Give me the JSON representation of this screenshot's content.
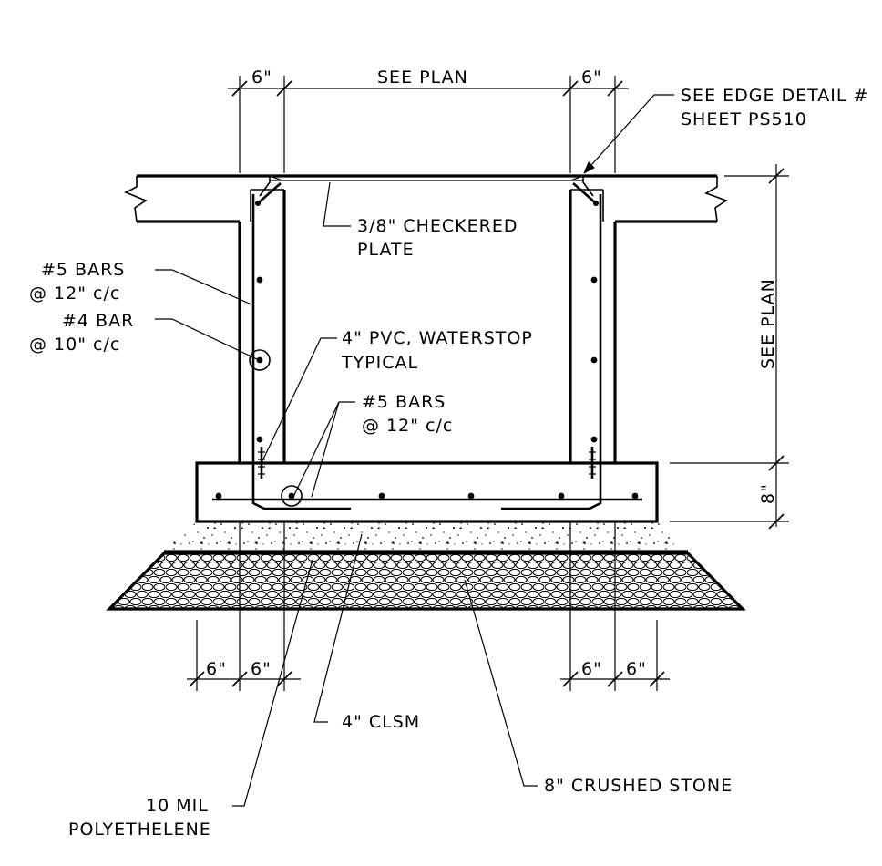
{
  "dimensions": {
    "top_left": "6\"",
    "top_center": "SEE PLAN",
    "top_right": "6\"",
    "right_vertical": "SEE PLAN",
    "right_slab": "8\"",
    "bottom_left_1": "6\"",
    "bottom_left_2": "6\"",
    "bottom_right_1": "6\"",
    "bottom_right_2": "6\""
  },
  "callouts": {
    "edge_detail_line1": "SEE EDGE DETAIL #",
    "edge_detail_line2": "SHEET PS510",
    "plate_line1": "3/8\" CHECKERED",
    "plate_line2": "PLATE",
    "bars5_line1": "#5 BARS",
    "bars5_line2": "@ 12\" c/c",
    "bar4_line1": "#4 BAR",
    "bar4_line2": "@ 10\" c/c",
    "pvc_line1": "4\" PVC, WATERSTOP",
    "pvc_line2": "TYPICAL",
    "bars5b_line1": "#5 BARS",
    "bars5b_line2": "@ 12\" c/c",
    "clsm": "4\" CLSM",
    "stone": "8\" CRUSHED STONE",
    "poly_line1": "10 MIL",
    "poly_line2": "POLYETHELENE"
  }
}
